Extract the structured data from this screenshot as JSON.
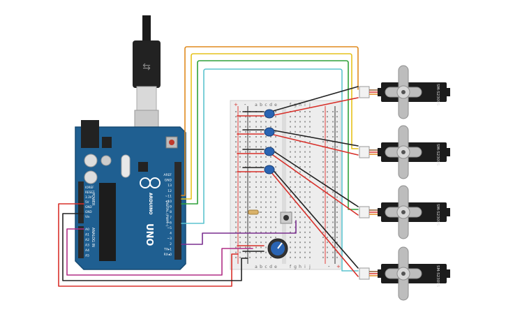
{
  "arduino": {
    "brand": "ARDUINO",
    "model": "UNO",
    "digital_header": "DIGITAL (PWM~)",
    "power_header": "POWER",
    "analog_header": "ANALOG IN",
    "top_pins": [
      "AREF",
      "GND",
      "13",
      "12",
      "~11",
      "~10",
      "~9",
      "8",
      "7",
      "~6",
      "~5",
      "4",
      "~3",
      "2",
      "TX▸1",
      "RX◂0"
    ],
    "power_pins": [
      "IOREF",
      "RESET",
      "3.3V",
      "5V",
      "GND",
      "GND",
      "Vin"
    ],
    "analog_pins": [
      "A0",
      "A1",
      "A2",
      "A3",
      "A4",
      "A5"
    ]
  },
  "breadboard": {
    "column_labels": [
      "a",
      "b",
      "c",
      "d",
      "e",
      "f",
      "g",
      "h",
      "i",
      "j"
    ],
    "plus": "+",
    "minus": "-"
  },
  "servos": [
    {
      "label": "SM-S2309S"
    },
    {
      "label": "SM-S2309S"
    },
    {
      "label": "SM-S2309S"
    },
    {
      "label": "SM-S2309S"
    }
  ],
  "colors": {
    "board": "#1f5f91",
    "wire_orange": "#e08a1e",
    "wire_yellow": "#e6c21b",
    "wire_green": "#2fa13a",
    "wire_cyan": "#5cc3cf",
    "wire_purple": "#7a2f8f",
    "wire_magenta": "#b02e86",
    "wire_red": "#d8302a",
    "wire_black": "#222222"
  }
}
